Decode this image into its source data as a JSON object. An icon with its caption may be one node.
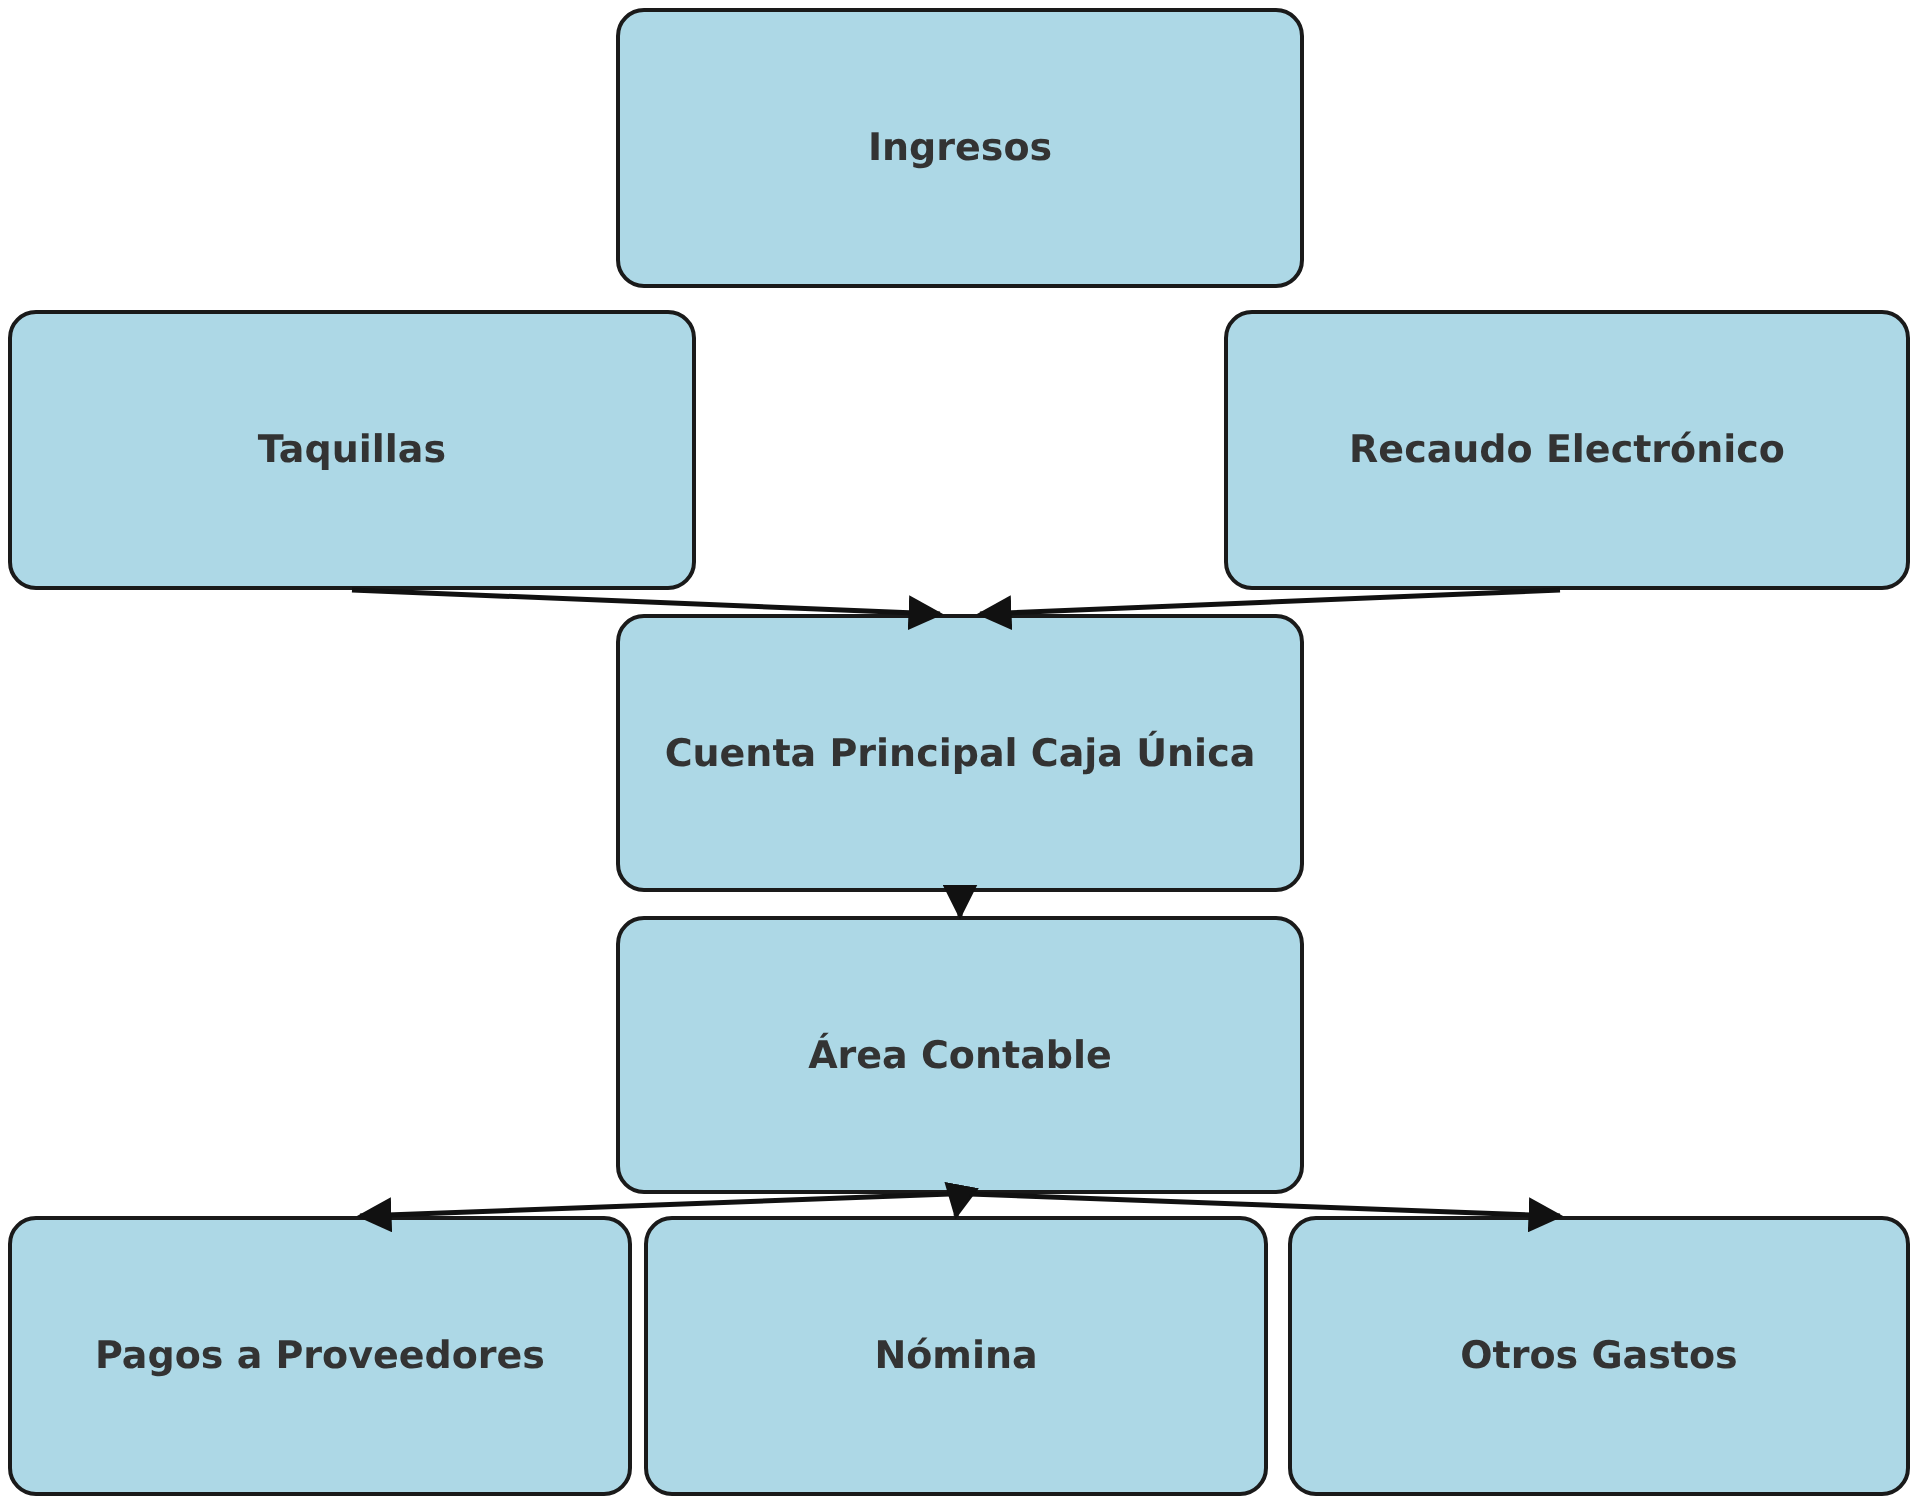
{
  "diagram": {
    "nodes": [
      {
        "text": [
          "Ingresos"
        ]
      },
      {
        "text": [
          "Taquillas"
        ]
      },
      {
        "text": [
          "Recaudo Electrónico"
        ]
      },
      {
        "text": [
          "Cuenta Principal Caja Única"
        ]
      },
      {
        "text": [
          "Área Contable"
        ]
      },
      {
        "text": [
          "Pagos a Proveedores"
        ]
      },
      {
        "text": [
          "Nómina"
        ]
      },
      {
        "text": [
          "Otros Gastos"
        ]
      }
    ],
    "edges": [
      {
        "from": 1,
        "to": 3,
        "arrow": "to"
      },
      {
        "from": 2,
        "to": 3,
        "arrow": "to"
      },
      {
        "from": 3,
        "to": 4,
        "arrow": "to"
      },
      {
        "from": 4,
        "to": 5,
        "arrow": "to"
      },
      {
        "from": 4,
        "to": 6,
        "arrow": "to"
      },
      {
        "from": 4,
        "to": 7,
        "arrow": "to"
      }
    ]
  }
}
